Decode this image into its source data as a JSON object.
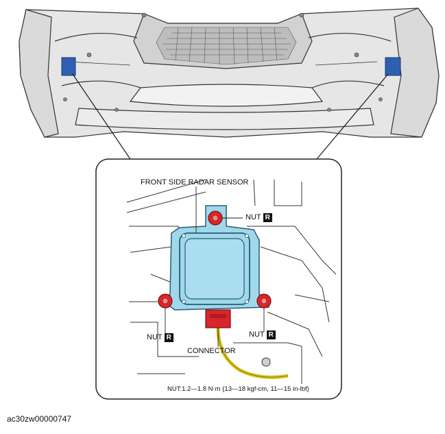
{
  "labels": {
    "sensor": "FRONT SIDE RADAR SENSOR",
    "nut": "NUT",
    "nut_badge": "R",
    "connector": "CONNECTOR",
    "torque_spec": "NUT:1.2—1.8 N·m {13—18 kgf-cm, 11—15 in-lbf}"
  },
  "figure_code": "ac30zw00000747",
  "colors": {
    "sensor_fill": "#9fd8ea",
    "sensor_outline": "#2a5a73",
    "nut_red": "#d9262a",
    "connector_red": "#d9262a",
    "radar_blue": "#2f5fb0",
    "harness_yellow": "#d8c21a",
    "line": "#222222",
    "bumper_fill": "#e6e6e6"
  }
}
